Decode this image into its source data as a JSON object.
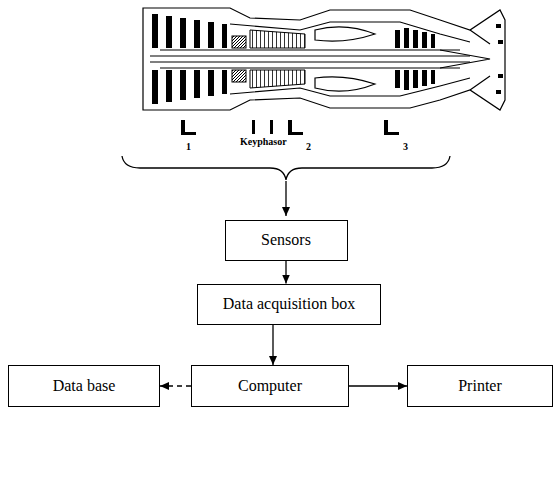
{
  "diagram": {
    "nodes": [
      {
        "text": [
          "Sensors"
        ]
      },
      {
        "text": [
          "Data acquisition box"
        ]
      },
      {
        "text": [
          "Data base"
        ]
      },
      {
        "text": [
          "Computer"
        ]
      },
      {
        "text": [
          "Printer"
        ]
      }
    ],
    "edges": [
      {
        "from": 0,
        "to": 1,
        "arrow": "to"
      },
      {
        "from": 1,
        "to": 3,
        "arrow": "to"
      },
      {
        "from": 3,
        "to": 2,
        "arrow": "to"
      },
      {
        "from": 3,
        "to": 4,
        "arrow": "to"
      }
    ],
    "labels": [
      "1",
      "Keyphasor",
      "2",
      "3"
    ]
  }
}
